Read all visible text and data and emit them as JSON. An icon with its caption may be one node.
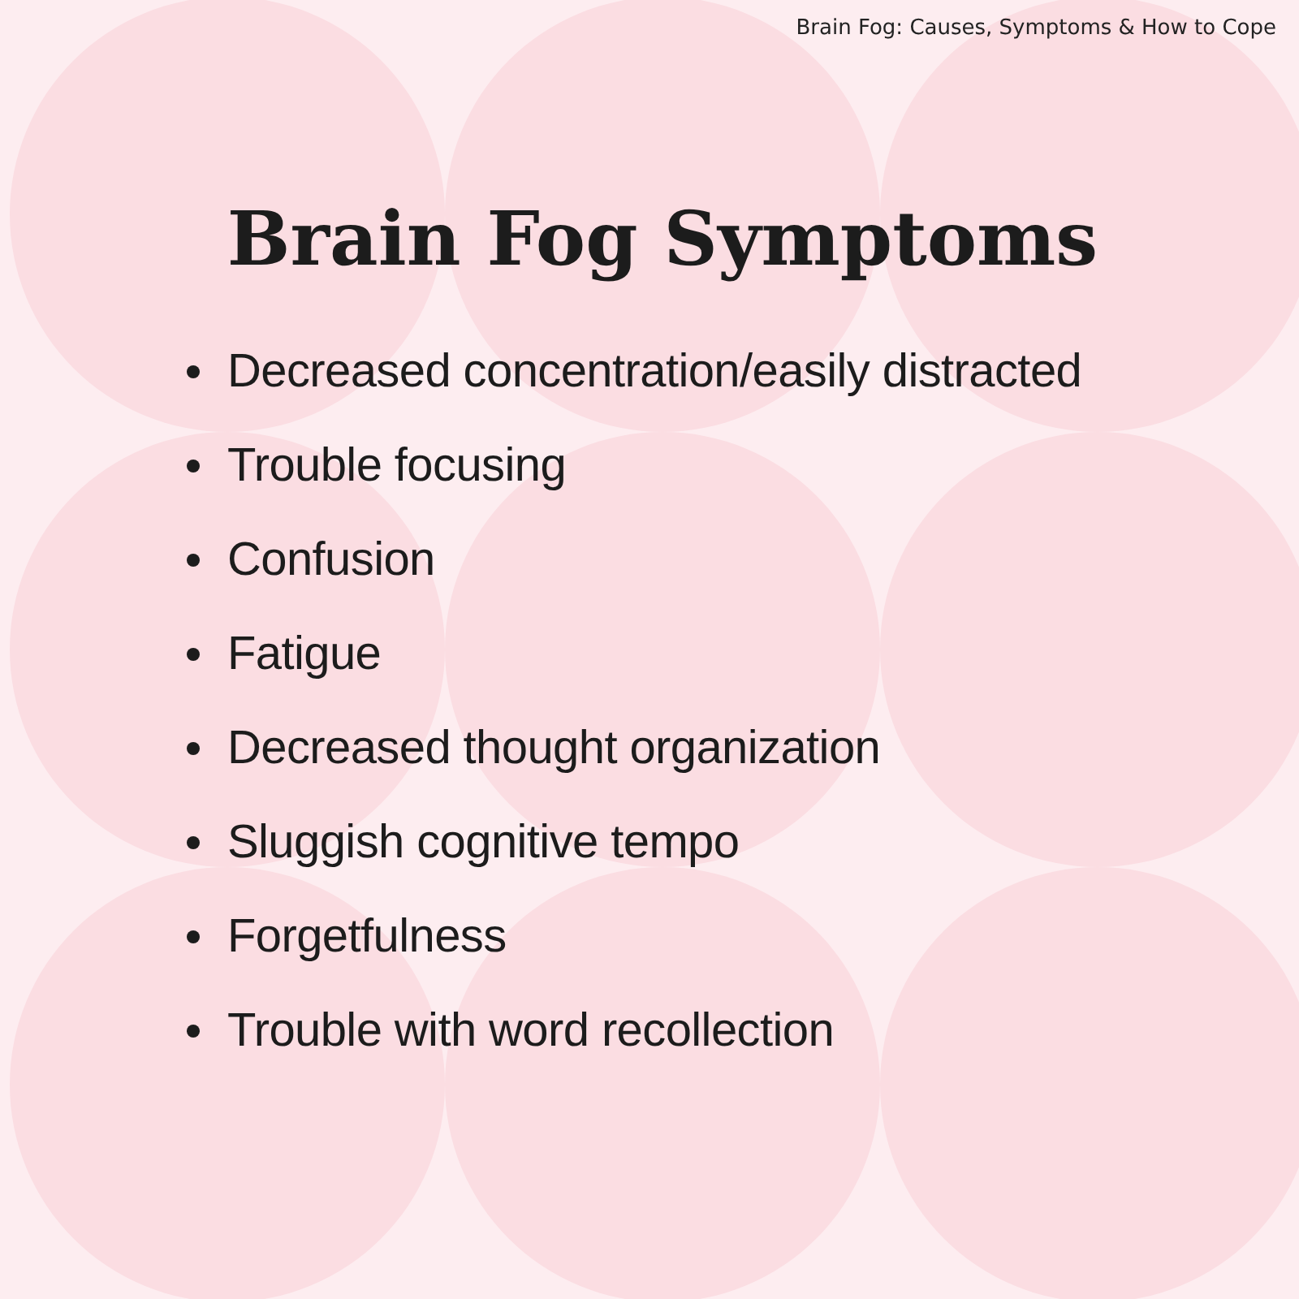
{
  "diagram": {
    "title": "Brain Fog Symptoms",
    "labels": [
      "Brain Fog: Causes, Symptoms & How to Cope",
      "Decreased concentration/easily distracted",
      "Trouble focusing",
      "Confusion",
      "Fatigue",
      "Decreased thought organization",
      "Sluggish cognitive tempo",
      "Forgetfulness",
      "Trouble with word recollection"
    ]
  }
}
